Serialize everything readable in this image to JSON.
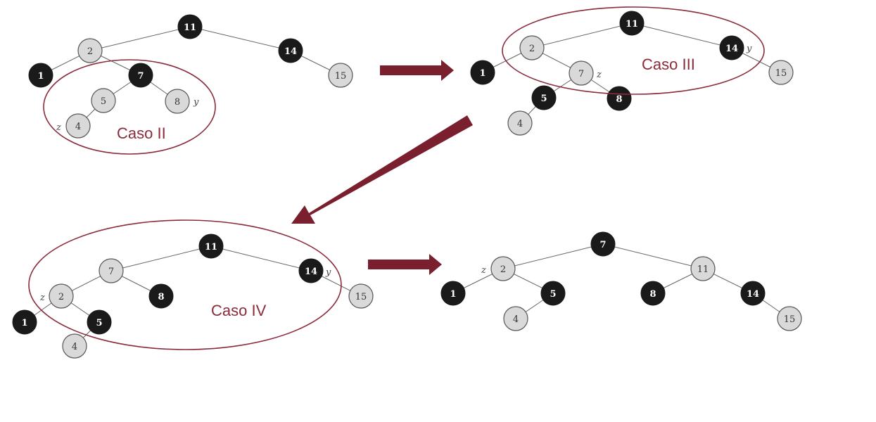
{
  "colors": {
    "accent": "#7a1f2e",
    "black_node": "#1a1a1a",
    "red_node": "#d9d9d9"
  },
  "cases": {
    "case2": "Caso II",
    "case3": "Caso III",
    "case4": "Caso IV"
  },
  "marks": {
    "y": "y",
    "z": "z"
  },
  "trees": [
    {
      "nodes": [
        {
          "key": "11",
          "color": "black"
        },
        {
          "key": "2",
          "color": "red"
        },
        {
          "key": "14",
          "color": "black"
        },
        {
          "key": "1",
          "color": "black"
        },
        {
          "key": "7",
          "color": "black"
        },
        {
          "key": "15",
          "color": "red"
        },
        {
          "key": "5",
          "color": "red"
        },
        {
          "key": "8",
          "color": "red"
        },
        {
          "key": "4",
          "color": "red"
        }
      ]
    },
    {
      "nodes": [
        {
          "key": "11",
          "color": "black"
        },
        {
          "key": "2",
          "color": "red"
        },
        {
          "key": "14",
          "color": "black"
        },
        {
          "key": "1",
          "color": "black"
        },
        {
          "key": "7",
          "color": "red"
        },
        {
          "key": "15",
          "color": "red"
        },
        {
          "key": "5",
          "color": "black"
        },
        {
          "key": "8",
          "color": "black"
        },
        {
          "key": "4",
          "color": "red"
        }
      ]
    },
    {
      "nodes": [
        {
          "key": "11",
          "color": "black"
        },
        {
          "key": "7",
          "color": "red"
        },
        {
          "key": "14",
          "color": "black"
        },
        {
          "key": "2",
          "color": "red"
        },
        {
          "key": "8",
          "color": "black"
        },
        {
          "key": "15",
          "color": "red"
        },
        {
          "key": "1",
          "color": "black"
        },
        {
          "key": "5",
          "color": "black"
        },
        {
          "key": "4",
          "color": "red"
        }
      ]
    },
    {
      "nodes": [
        {
          "key": "7",
          "color": "black"
        },
        {
          "key": "2",
          "color": "red"
        },
        {
          "key": "11",
          "color": "red"
        },
        {
          "key": "1",
          "color": "black"
        },
        {
          "key": "5",
          "color": "black"
        },
        {
          "key": "8",
          "color": "black"
        },
        {
          "key": "14",
          "color": "black"
        },
        {
          "key": "4",
          "color": "red"
        },
        {
          "key": "15",
          "color": "red"
        }
      ]
    }
  ]
}
